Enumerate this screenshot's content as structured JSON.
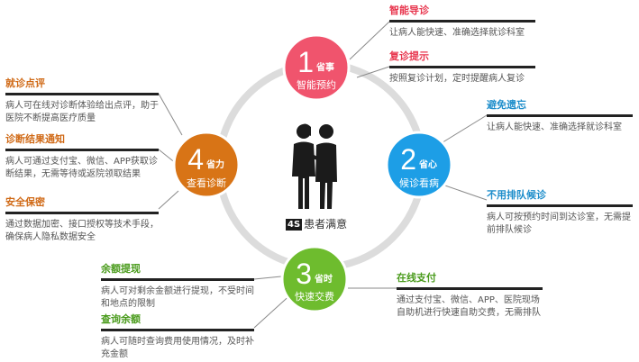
{
  "center": {
    "badge": "4S",
    "text": "患者满意"
  },
  "colors": {
    "red": "#f0546d",
    "blue": "#1d9ee6",
    "green": "#6ebc2e",
    "orange": "#d87416",
    "ring": "#d9d9d9"
  },
  "icons": {
    "center": "patient-couple-icon"
  },
  "nodes": [
    {
      "num": "1",
      "tag": "省事",
      "label": "智能预约",
      "color": "#f0546d"
    },
    {
      "num": "2",
      "tag": "省心",
      "label": "候诊看病",
      "color": "#1d9ee6"
    },
    {
      "num": "3",
      "tag": "省时",
      "label": "快速交费",
      "color": "#6ebc2e"
    },
    {
      "num": "4",
      "tag": "省力",
      "label": "查看诊断",
      "color": "#d87416"
    }
  ],
  "annotations": {
    "smart_guide": {
      "title": "智能导诊",
      "desc": "让病人能快速、准确选择就诊科室"
    },
    "revisit_reminder": {
      "title": "复诊提示",
      "desc": "按照复诊计划，定时提醒病人复诊"
    },
    "avoid_wrong": {
      "title": "避免遗忘",
      "desc": "让病人能快速、准确选择就诊科室"
    },
    "no_queue": {
      "title": "不用排队候诊",
      "desc": "病人可按预约时间到达诊室，无需提前排队候诊"
    },
    "online_pay": {
      "title": "在线支付",
      "desc": "通过支付宝、微信、APP、医院现场自助机进行快速自助交费，无需排队"
    },
    "withdraw": {
      "title": "余额提现",
      "desc": "病人可对剩余金额进行提现，不受时间和地点的限制"
    },
    "balance": {
      "title": "查询余额",
      "desc": "病人可随时查询费用使用情况，及时补充金额"
    },
    "review": {
      "title": "就诊点评",
      "desc": "病人可在线对诊断体验给出点评，助于医院不断提高医疗质量"
    },
    "notify": {
      "title": "诊断结果通知",
      "desc": "病人可通过支付宝、微信、APP获取诊断结果，无需等待或返院领取结果"
    },
    "security": {
      "title": "安全保密",
      "desc": "通过数据加密、接口授权等技术手段，确保病人隐私数据安全"
    }
  }
}
